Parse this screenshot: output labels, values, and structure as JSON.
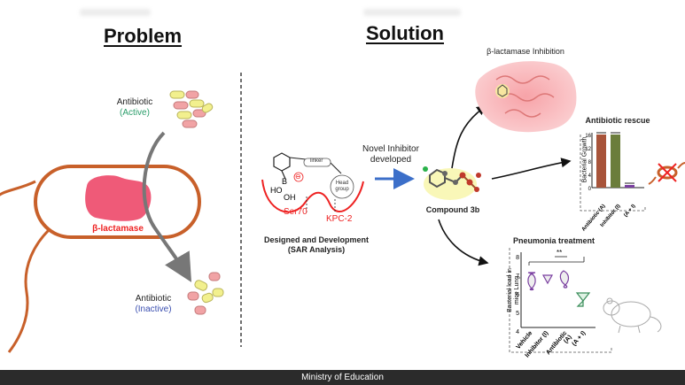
{
  "problem": {
    "title": "Problem",
    "antibiotic_active_line1": "Antibiotic",
    "antibiotic_active_line2": "(Active)",
    "enzyme_label": "β-lactamase",
    "antibiotic_inactive_line1": "Antibiotic",
    "antibiotic_inactive_line2": "(Inactive)"
  },
  "solution": {
    "title": "Solution",
    "scheme": {
      "linker": "linker",
      "head_line1": "Head",
      "head_line2": "group",
      "boron": "B",
      "ho": "HO",
      "oh": "OH",
      "minus": "⊖",
      "ser70": "Ser70",
      "kpc2": "KPC-2"
    },
    "design_line1": "Designed and Development",
    "design_line2": "(SAR Analysis)",
    "novel_line1": "Novel Inhibitor",
    "novel_line2": "developed",
    "compound_label": "Compound 3b",
    "inhibition_title": "β-lactamase Inhibition",
    "rescue": {
      "title": "Antibiotic rescue",
      "ylabel": "Bacterial Growth",
      "yticks": [
        "16",
        "12",
        "8",
        "4",
        "0"
      ],
      "categories": [
        "Antibiotic (A)",
        "Inhibitor (I)",
        "(A + I)"
      ]
    },
    "pneumonia": {
      "title": "Pneumonia treatment",
      "ylabel_line1": "Bacterial load in",
      "ylabel_line2": "mice Lung",
      "yticks": [
        "8",
        "7",
        "6",
        "5",
        "4"
      ],
      "sig": "**",
      "categories": [
        "Vehicle",
        "Inhibitor (I)",
        "Antibiotic (A)",
        "(A + I)"
      ]
    }
  },
  "footer": {
    "text": "Ministry of Education"
  },
  "colors": {
    "bacterium": "#c8602a",
    "enzyme": "#ef5a78",
    "arrow_blue": "#3c6fc9",
    "bar_brown": "#a8543a",
    "bar_green": "#6b7d3b",
    "bar_purple": "#7a3fa0"
  }
}
